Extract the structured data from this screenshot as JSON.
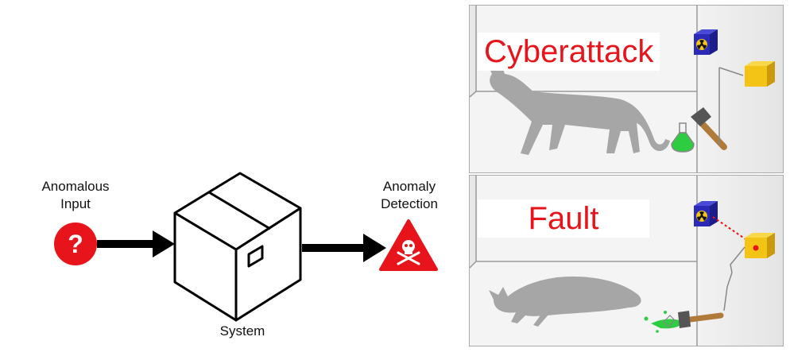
{
  "diagram": {
    "anomalous_input_label": "Anomalous\nInput",
    "anomaly_detection_label": "Anomaly\nDetection",
    "system_label": "System",
    "question_mark": "?",
    "panels": [
      {
        "title": "Cyberattack"
      },
      {
        "title": "Fault"
      }
    ]
  },
  "colors": {
    "accent_red": "#e8141b",
    "cat_gray": "#a6a6a6",
    "green_liquid": "#2ecc40",
    "radioactive_box": "#2b2bb8",
    "detector_box": "#f3c316",
    "hammer_handle": "#b07a3a"
  },
  "icons": [
    "question-icon",
    "warning-skull-icon",
    "box-icon",
    "radioactive-icon",
    "cat-icon",
    "hammer-icon",
    "flask-icon"
  ]
}
